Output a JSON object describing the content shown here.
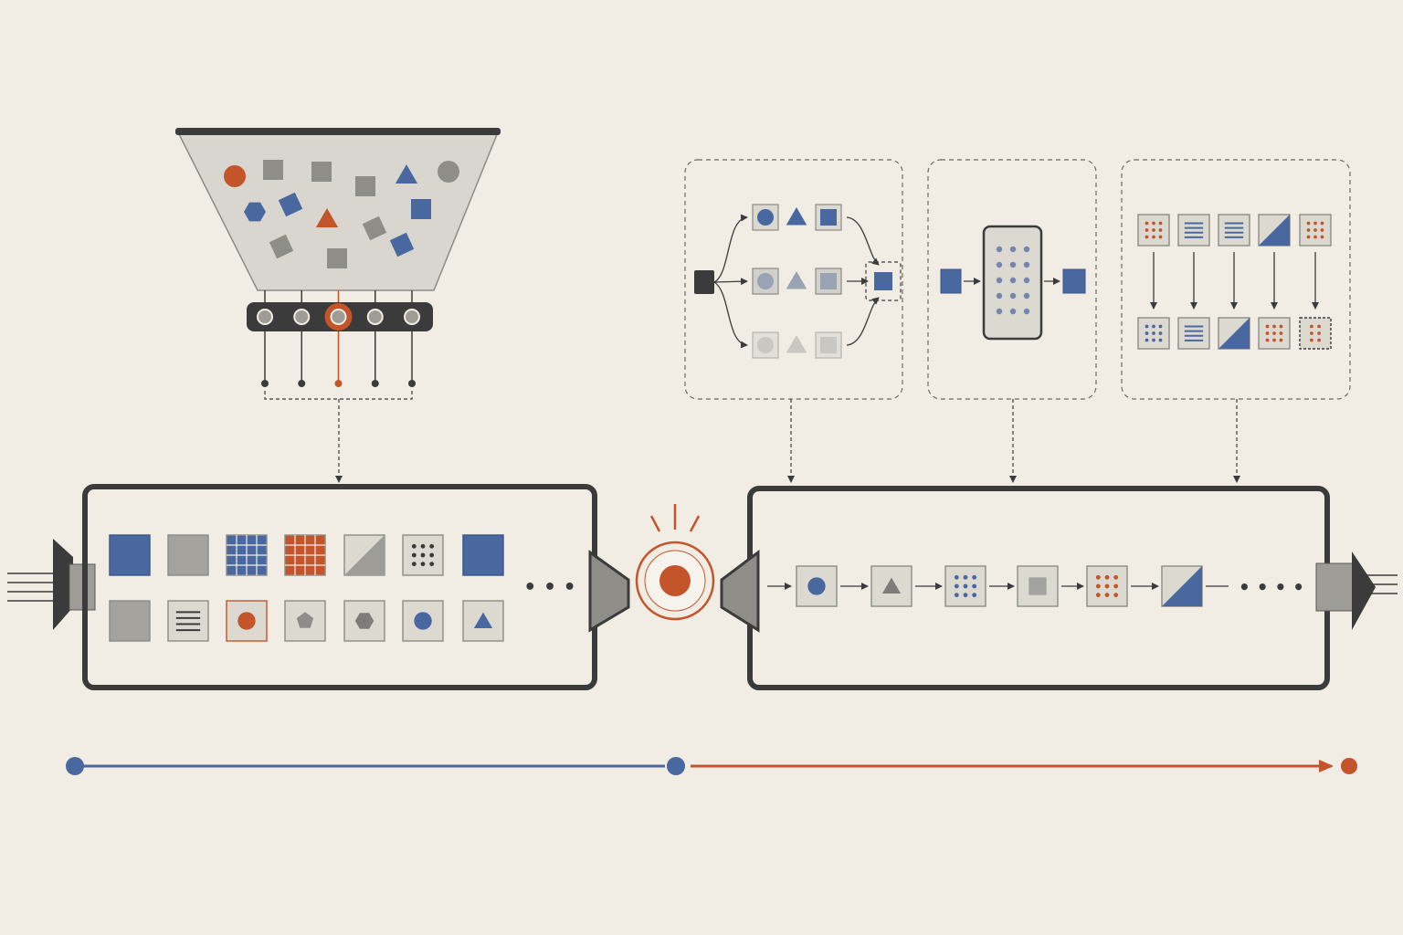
{
  "colors": {
    "background": "#f1ede4",
    "ink": "#3b3b3b",
    "gray_fill": "#a3a29d",
    "light_fill": "#dcd9d1",
    "blue": "#4a68a0",
    "orange": "#c4552b",
    "funnel_fill": "#d9d6cf"
  },
  "funnel": {
    "shapes": [
      {
        "kind": "circle",
        "color": "orange"
      },
      {
        "kind": "square",
        "color": "gray"
      },
      {
        "kind": "square",
        "color": "gray"
      },
      {
        "kind": "square",
        "color": "gray"
      },
      {
        "kind": "triangle",
        "color": "blue"
      },
      {
        "kind": "circle",
        "color": "gray"
      },
      {
        "kind": "hexagon",
        "color": "blue"
      },
      {
        "kind": "diamond",
        "color": "blue"
      },
      {
        "kind": "triangle",
        "color": "orange"
      },
      {
        "kind": "diamond",
        "color": "gray"
      },
      {
        "kind": "square",
        "color": "blue"
      },
      {
        "kind": "diamond",
        "color": "gray"
      },
      {
        "kind": "square",
        "color": "gray"
      },
      {
        "kind": "diamond",
        "color": "blue"
      }
    ],
    "selector_nodes": 5,
    "selected_index": 2
  },
  "pool": {
    "row1": [
      "solid-blue",
      "solid-gray",
      "grid-blue",
      "grid-orange",
      "diagonal",
      "dots-dark",
      "solid-blue"
    ],
    "row2": [
      "solid-gray",
      "lines-dark",
      "circle-orange",
      "pentagon-gray",
      "hexagon-gray",
      "circle-blue",
      "triangle-blue"
    ],
    "ellipsis": "• • •"
  },
  "pipeline": {
    "steps": [
      "circle-blue",
      "triangle-gray",
      "dots-blue",
      "square-gray",
      "dots-orange",
      "diagonal-blue"
    ],
    "ellipsis": "• • • •"
  },
  "panels": {
    "branching": {
      "rows": [
        [
          "circle-blue",
          "triangle-blue",
          "square-blue"
        ],
        [
          "circle-gray",
          "triangle-gray",
          "square-gray"
        ],
        [
          "circle-light",
          "triangle-light",
          "square-light"
        ]
      ]
    },
    "transform": {
      "grid_dots": 15
    },
    "mapping": {
      "top": [
        "dots-orange",
        "lines-blue",
        "lines-blue",
        "diagonal-blue",
        "dots-orange"
      ],
      "bottom": [
        "dots-blue",
        "lines-blue",
        "diagonal-blue",
        "dots-orange",
        "dots-orange-dashed"
      ]
    }
  },
  "timeline": {
    "segments": [
      {
        "color": "blue"
      },
      {
        "color": "orange"
      }
    ]
  }
}
